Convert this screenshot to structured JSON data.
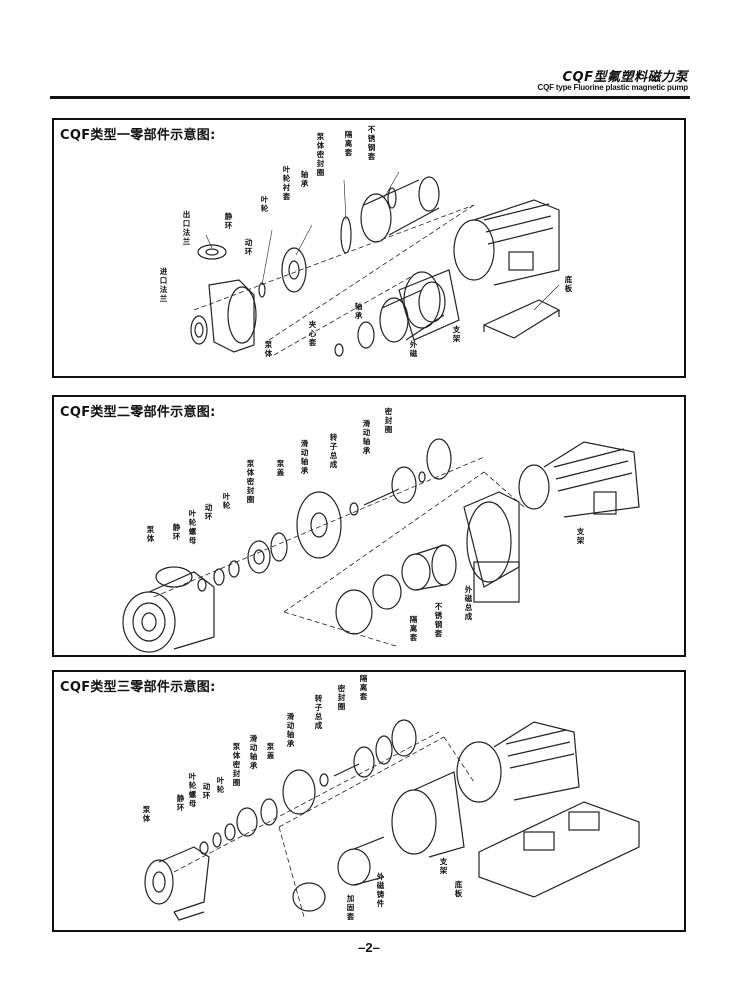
{
  "header": {
    "title_cn": "CQF型氟塑料磁力泵",
    "title_en": "CQF type Fluorine plastic magnetic  pump"
  },
  "panels": [
    {
      "title": "CQF类型一零部件示意图:",
      "labels": [
        "出口法兰",
        "进口法兰",
        "静环",
        "叶轮",
        "动环",
        "叶轮衬套",
        "轴承",
        "泵体密封圈",
        "隔离套",
        "不锈钢套",
        "泵体",
        "夹心套",
        "轴承",
        "外磁",
        "支架",
        "底板"
      ]
    },
    {
      "title": "CQF类型二零部件示意图:",
      "labels": [
        "泵体",
        "静环",
        "叶轮螺母",
        "动环",
        "叶轮",
        "泵体密封圈",
        "泵盖",
        "滑动轴承",
        "转子总成",
        "滑动轴承",
        "密封圈",
        "隔离套",
        "不锈钢套",
        "外磁总成",
        "支架"
      ]
    },
    {
      "title": "CQF类型三零部件示意图:",
      "labels": [
        "泵体",
        "静环",
        "叶轮螺母",
        "动环",
        "叶轮",
        "泵体密封圈",
        "滑动轴承",
        "泵盖",
        "滑动轴承",
        "转子总成",
        "密封圈",
        "隔离套",
        "加固套",
        "外磁铸件",
        "支架",
        "底板"
      ]
    }
  ],
  "page_number": "–2–"
}
